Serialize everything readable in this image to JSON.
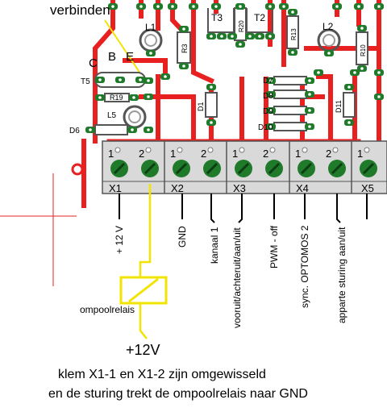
{
  "colors": {
    "track": "#e82020",
    "pad": "#1f7a2a",
    "pad_hole": "#ffffff",
    "relay_wire": "#f2e400",
    "component_outline": "#555555",
    "terminal_block": "#d9d9d9",
    "ink": "#000000"
  },
  "top_note": "verbinden",
  "component_labels": {
    "l1": "L1",
    "l2": "L2",
    "t3": "T3",
    "t2": "T2",
    "t5": "T5",
    "r3": "R3",
    "r20": "R20",
    "r13": "R13",
    "r10": "R10",
    "r19": "R19",
    "l5": "L5",
    "d1": "D1",
    "d6": "D6",
    "d7": "D7",
    "d8": "D8",
    "d9": "D9",
    "d10": "D10",
    "d11": "D11",
    "c": "C",
    "b": "B",
    "e": "E"
  },
  "terminals": [
    {
      "name": "X1",
      "pins": [
        "1",
        "2"
      ]
    },
    {
      "name": "X2",
      "pins": [
        "1",
        "2"
      ]
    },
    {
      "name": "X3",
      "pins": [
        "1",
        "2"
      ]
    },
    {
      "name": "X4",
      "pins": [
        "1",
        "2"
      ]
    },
    {
      "name": "X5",
      "pins": [
        "1",
        "2"
      ]
    }
  ],
  "wire_labels": [
    "+ 12 V",
    "GND",
    "kanaal 1",
    "vooruit/achteruit/aan/uit",
    "PWM - off",
    "sync. OPTOMOS 2",
    "apparte sturing aan/uit"
  ],
  "relay_label": "ompoolrelais",
  "supply_label": "+12V",
  "caption_lines": [
    "klem X1-1 en X1-2 zijn omgewisseld",
    "en de sturing trekt de ompoolrelais naar GND"
  ]
}
